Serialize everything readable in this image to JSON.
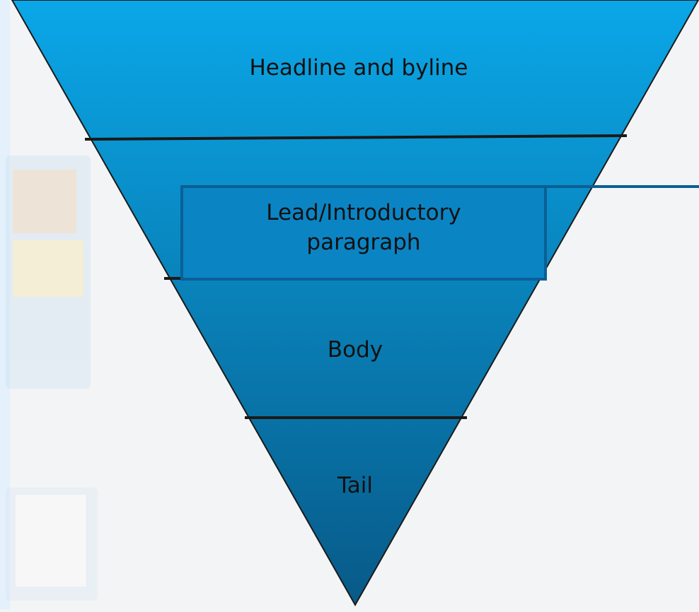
{
  "diagram": {
    "layers": [
      {
        "id": "headline",
        "label": "Headline and byline"
      },
      {
        "id": "lead",
        "label": "Lead/Introductory\nparagraph"
      },
      {
        "id": "body",
        "label": "Body"
      },
      {
        "id": "tail",
        "label": "Tail"
      }
    ]
  },
  "colors": {
    "page_background": "#f3f4f5",
    "left_strip": "#e4f0fb",
    "pyramid_top": "#0aa7e8",
    "pyramid_bottom": "#085a88",
    "divider": "#1a1a1a",
    "lead_box_border": "#0b5f95",
    "lead_box_fill": "#0b84c4",
    "connector_line": "#0b5f95"
  }
}
